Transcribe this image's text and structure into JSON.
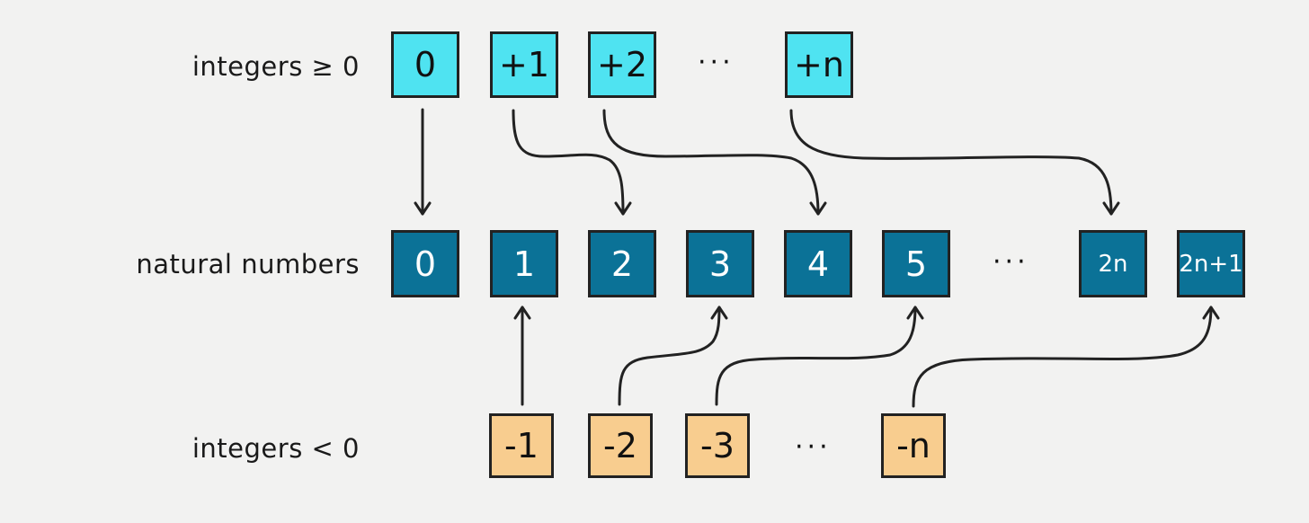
{
  "labels": {
    "nonneg": "integers ≥ 0",
    "naturals": "natural numbers",
    "neg": "integers < 0"
  },
  "rows": {
    "nonneg": [
      "0",
      "+1",
      "+2",
      "+n"
    ],
    "naturals": [
      "0",
      "1",
      "2",
      "3",
      "4",
      "5",
      "2n",
      "2n+1"
    ],
    "neg": [
      "-1",
      "-2",
      "-3",
      "-n"
    ]
  },
  "ellipsis": "···",
  "mappings": [
    {
      "from": "0",
      "to": "0"
    },
    {
      "from": "+1",
      "to": "2"
    },
    {
      "from": "+2",
      "to": "4"
    },
    {
      "from": "+n",
      "to": "2n"
    },
    {
      "from": "-1",
      "to": "1"
    },
    {
      "from": "-2",
      "to": "3"
    },
    {
      "from": "-3",
      "to": "5"
    },
    {
      "from": "-n",
      "to": "2n+1"
    }
  ],
  "colors": {
    "nonneg": "#4fe3f1",
    "naturals": "#0b7297",
    "neg": "#f8cd8f"
  }
}
